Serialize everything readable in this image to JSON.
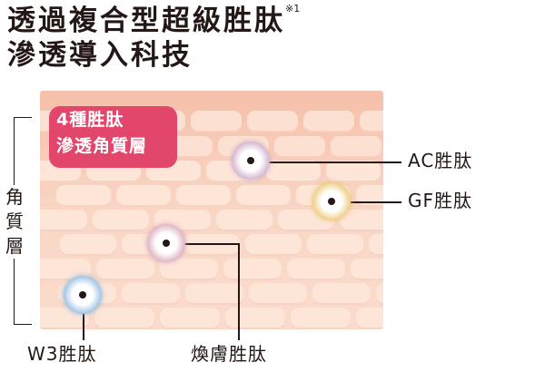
{
  "title": {
    "line1": "透過複合型超級胜肽",
    "note_mark": "※1",
    "line2": "滲透導入科技"
  },
  "layer": {
    "label_chars": [
      "角",
      "質",
      "層"
    ]
  },
  "badge": {
    "line1": "4種胜肽",
    "line2": "滲透角質層",
    "color": "#e2466a"
  },
  "peptides": [
    {
      "label": "AC胜肽",
      "color": "#c9a6c7"
    },
    {
      "label": "GF胜肽",
      "color": "#e9c36a"
    },
    {
      "label": "W3胜肽",
      "color": "#8bb6de"
    },
    {
      "label": "煥膚胜肽",
      "color": "#d7a3b8"
    }
  ]
}
